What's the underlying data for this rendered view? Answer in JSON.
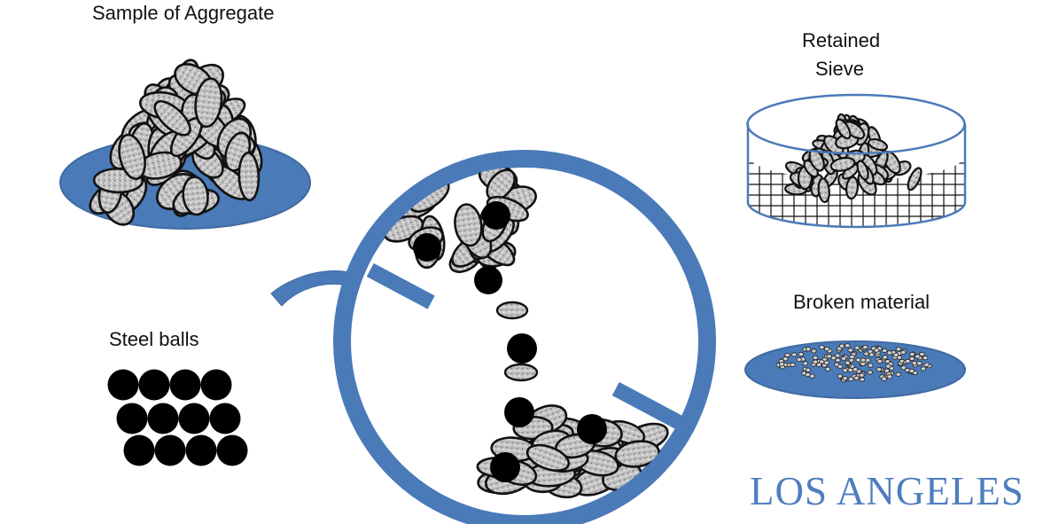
{
  "labels": {
    "sample": "Sample of Aggregate",
    "retained_line1": "Retained",
    "retained_line2": "Sieve",
    "broken": "Broken material",
    "steel_balls": "Steel balls",
    "test_name": "LOS ANGELES"
  },
  "colors": {
    "drum_blue": "#4a7ab8",
    "drum_outline": "#3f6aa2",
    "aggregate_fill": "#bcbcbc",
    "steel": "#000000",
    "title": "#4f7dbf"
  },
  "icons": {
    "rotation_arrow": "curved-arrow-icon",
    "steel_ball": "steel-ball-icon"
  }
}
